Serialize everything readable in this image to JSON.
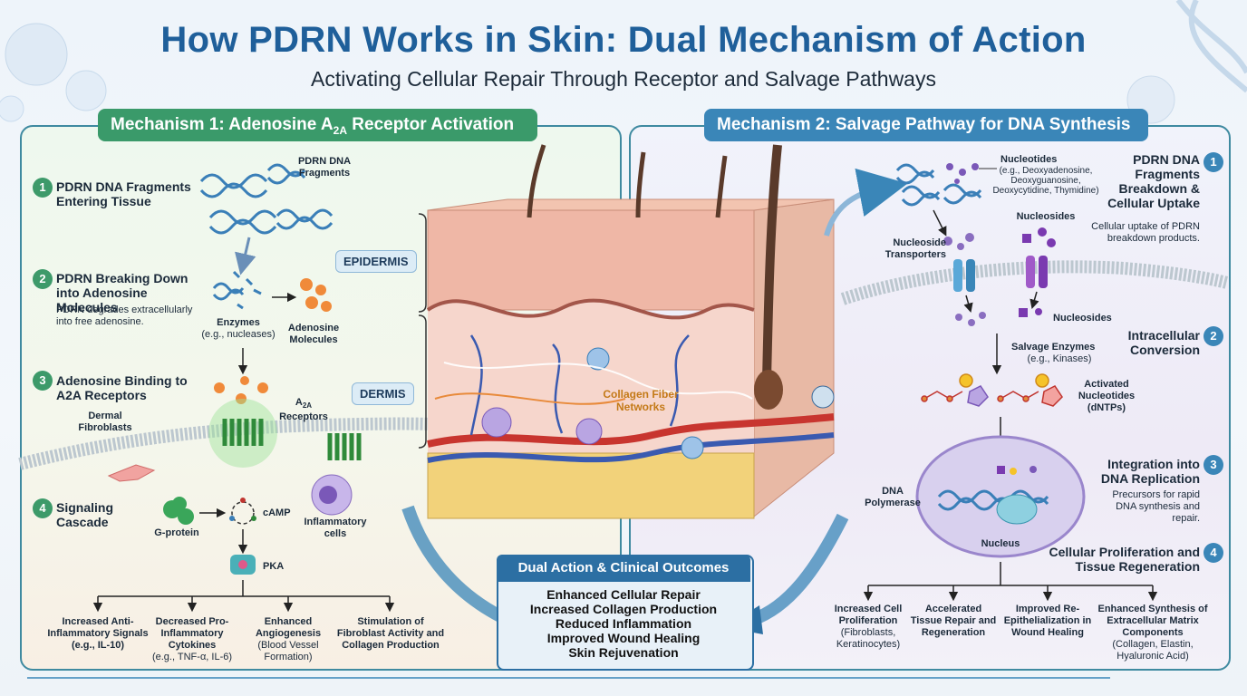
{
  "title": "How PDRN Works in Skin: Dual Mechanism of Action",
  "subtitle": "Activating Cellular Repair Through Receptor and Salvage Pathways",
  "mech1": {
    "header_pre": "Mechanism 1: Adenosine A",
    "header_sub": "2A",
    "header_post": " Receptor Activation",
    "steps": [
      {
        "num": "1",
        "title": "PDRN DNA Fragments Entering Tissue"
      },
      {
        "num": "2",
        "title": "PDRN Breaking Down into Adenosine Molecules",
        "desc": "PDRN degrades extracellularly into free adenosine."
      },
      {
        "num": "3",
        "title": "Adenosine Binding to A2A Receptors"
      },
      {
        "num": "4",
        "title": "Signaling Cascade"
      }
    ],
    "labels": {
      "fragments": "PDRN DNA Fragments",
      "enzymes": "Enzymes",
      "enzymes_eg": "(e.g., nucleases)",
      "adenosine": "Adenosine Molecules",
      "fibroblasts": "Dermal Fibroblasts",
      "receptors_pre": "A",
      "receptors_sub": "2A",
      "receptors_post": "Receptors",
      "gprotein": "G-protein",
      "camp": "cAMP",
      "inflammatory": "Inflammatory cells",
      "pka": "PKA"
    },
    "outcomes": [
      {
        "title": "Increased Anti-Inflammatory Signals",
        "detail": "(e.g., IL-10)"
      },
      {
        "title": "Decreased Pro-Inflammatory Cytokines",
        "detail": "(e.g., TNF-α, IL-6)"
      },
      {
        "title": "Enhanced Angiogenesis",
        "detail": "(Blood Vessel Formation)"
      },
      {
        "title": "Stimulation of Fibroblast Activity and Collagen Production",
        "detail": ""
      }
    ]
  },
  "skin": {
    "epidermis": "EPIDERMIS",
    "dermis": "DERMIS",
    "collagen": "Collagen Fiber Networks"
  },
  "mech2": {
    "header": "Mechanism 2: Salvage Pathway for DNA Synthesis",
    "steps": [
      {
        "num": "1",
        "title": "PDRN DNA Fragments Breakdown & Cellular Uptake",
        "desc": "Cellular uptake of PDRN breakdown products."
      },
      {
        "num": "2",
        "title": "Intracellular Conversion"
      },
      {
        "num": "3",
        "title": "Integration into DNA Replication",
        "desc": "Precursors for rapid DNA synthesis and repair."
      },
      {
        "num": "4",
        "title": "Cellular Proliferation and Tissue Regeneration"
      }
    ],
    "labels": {
      "nucleotides": "Nucleotides",
      "nucleotides_eg": "(e.g., Deoxyadenosine, Deoxyguanosine, Deoxycytidine, Thymidine)",
      "nucleosides_top": "Nucleosides",
      "transporters": "Nucleoside Transporters",
      "nucleosides_mid": "Nucleosides",
      "salvage": "Salvage Enzymes",
      "salvage_eg": "(e.g., Kinases)",
      "activated": "Activated Nucleotides (dNTPs)",
      "polymerase": "DNA Polymerase",
      "nucleus": "Nucleus"
    },
    "outcomes": [
      {
        "title": "Increased Cell Proliferation",
        "detail": "(Fibroblasts, Keratinocytes)"
      },
      {
        "title": "Accelerated Tissue Repair and Regeneration",
        "detail": ""
      },
      {
        "title": "Improved Re-Epithelialization in Wound Healing",
        "detail": ""
      },
      {
        "title": "Enhanced Synthesis of Extracellular Matrix Components",
        "detail": "(Collagen, Elastin, Hyaluronic Acid)"
      }
    ]
  },
  "dual": {
    "header": "Dual Action & Clinical Outcomes",
    "items": [
      "Enhanced Cellular Repair",
      "Increased Collagen Production",
      "Reduced Inflammation",
      "Improved Wound Healing",
      "Skin Rejuvenation"
    ]
  },
  "colors": {
    "mech1": "#3a9a6a",
    "mech2": "#3a86b8",
    "title": "#1f5f9a",
    "dual": "#2c6fa3"
  }
}
